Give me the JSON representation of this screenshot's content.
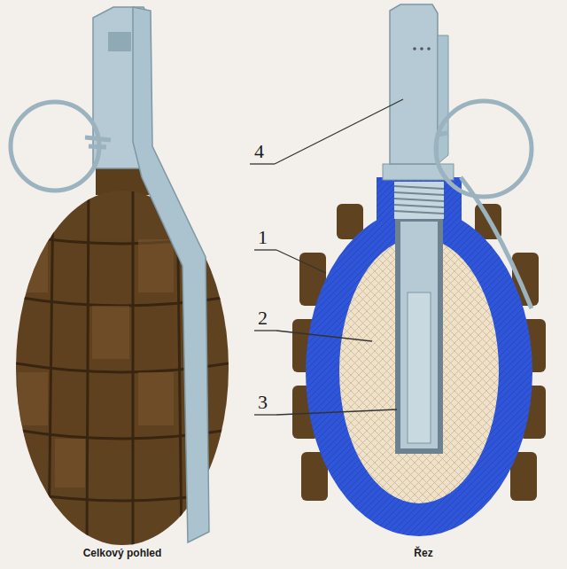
{
  "diagram": {
    "labels": [
      "4",
      "1",
      "2",
      "3",
      "Celkový pohled",
      "Řez"
    ]
  }
}
